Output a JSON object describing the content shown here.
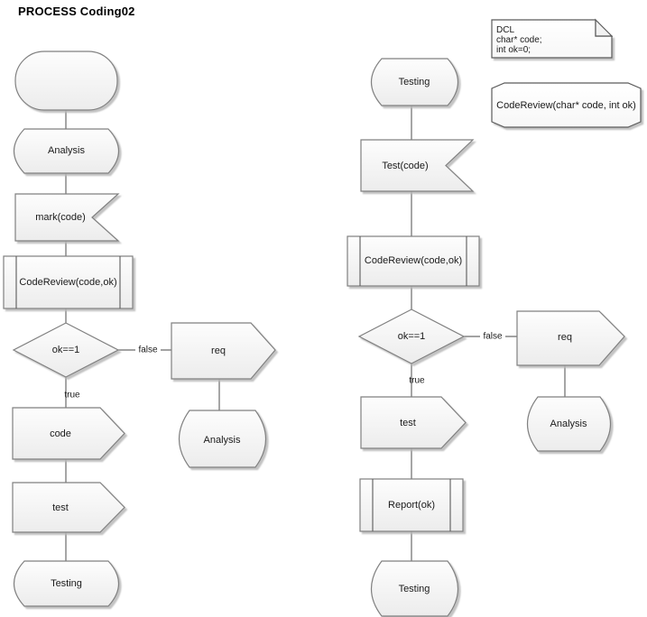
{
  "title": "PROCESS Coding02",
  "colors": {
    "shape_fill_top": "#fbfbfb",
    "shape_fill_bottom": "#eeeeee",
    "shape_stroke": "#808080",
    "connector": "#6b6b6b",
    "text": "#1a1a1a",
    "background": "#ffffff",
    "shadow": "#c8c8c8"
  },
  "left_column": {
    "nodes": [
      {
        "id": "l1",
        "type": "terminator-rounded",
        "label": ""
      },
      {
        "id": "l2",
        "type": "state-curved-sides",
        "label": "Analysis"
      },
      {
        "id": "l3",
        "type": "notched-flag",
        "label": "mark(code)"
      },
      {
        "id": "l4",
        "type": "predefined-process",
        "label": "CodeReview(code,ok)"
      },
      {
        "id": "l5",
        "type": "decision-diamond",
        "label": "ok==1"
      },
      {
        "id": "l6",
        "type": "arrow-pentagon",
        "label": "code"
      },
      {
        "id": "l7",
        "type": "arrow-pentagon",
        "label": "test"
      },
      {
        "id": "l8",
        "type": "state-curved-sides",
        "label": "Testing"
      }
    ],
    "branch": [
      {
        "id": "lb1",
        "type": "arrow-pentagon",
        "label": "req"
      },
      {
        "id": "lb2",
        "type": "state-curved-sides",
        "label": "Analysis"
      }
    ],
    "edge_labels": {
      "false": "false",
      "true": "true"
    }
  },
  "right_column": {
    "nodes": [
      {
        "id": "r1",
        "type": "state-curved-sides",
        "label": "Testing"
      },
      {
        "id": "r2",
        "type": "notched-flag",
        "label": "Test(code)"
      },
      {
        "id": "r3",
        "type": "predefined-process",
        "label": "CodeReview(code,ok)"
      },
      {
        "id": "r4",
        "type": "decision-diamond",
        "label": "ok==1"
      },
      {
        "id": "r5",
        "type": "arrow-pentagon",
        "label": "test"
      },
      {
        "id": "r6",
        "type": "predefined-process",
        "label": "Report(ok)"
      },
      {
        "id": "r7",
        "type": "state-curved-sides",
        "label": "Testing"
      }
    ],
    "branch": [
      {
        "id": "rb1",
        "type": "arrow-pentagon",
        "label": "req"
      },
      {
        "id": "rb2",
        "type": "state-curved-sides",
        "label": "Analysis"
      }
    ],
    "edge_labels": {
      "false": "false",
      "true": "true"
    }
  },
  "annotations": {
    "declaration_note": {
      "type": "note-folded-corner",
      "lines": [
        "DCL",
        "char* code;",
        "int ok=0;"
      ]
    },
    "signature_box": {
      "type": "angled-sides-box",
      "label": "CodeReview(char* code, int ok)"
    }
  }
}
